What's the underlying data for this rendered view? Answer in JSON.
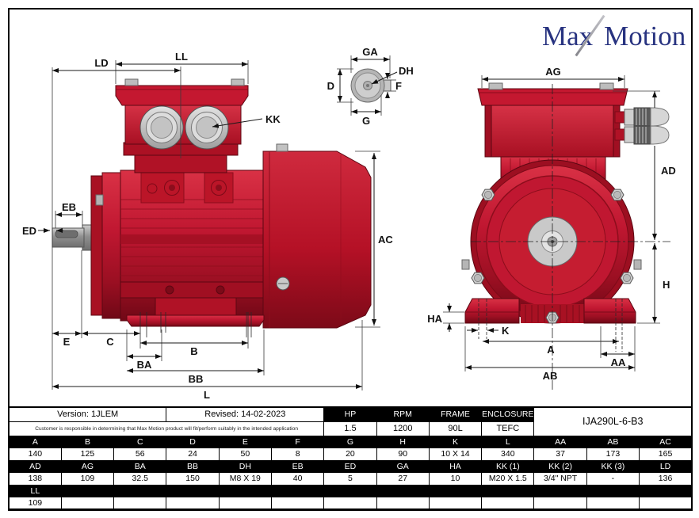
{
  "logo": {
    "part1": "Max",
    "part2": "Motion"
  },
  "colors": {
    "brand_navy": "#283380",
    "motor_red": "#c01731",
    "motor_red_dark": "#8c0d1c",
    "table_header_bg": "#000000",
    "metal_gray": "#c9c9c9"
  },
  "labels": {
    "LD": "LD",
    "LL": "LL",
    "KK": "KK",
    "EB": "EB",
    "ED": "ED",
    "AC": "AC",
    "E": "E",
    "C": "C",
    "B": "B",
    "BA": "BA",
    "BB": "BB",
    "L": "L",
    "GA": "GA",
    "D": "D",
    "G": "G",
    "DH": "DH",
    "F": "F",
    "AG": "AG",
    "AD": "AD",
    "H": "H",
    "HA": "HA",
    "K": "K",
    "A": "A",
    "AA": "AA",
    "AB": "AB"
  },
  "table": {
    "version": "Version: 1JLEM",
    "revised": "Revised: 14-02-2023",
    "disclaimer": "Customer is responsible in determining that Max Motion product will fit/perform suitably in the intended application",
    "model": "IJA290L-6-B3",
    "spec_headers": [
      "HP",
      "RPM",
      "FRAME",
      "ENCLOSURE"
    ],
    "spec_values": [
      "1.5",
      "1200",
      "90L",
      "TEFC"
    ],
    "dim_headers_row1": [
      "A",
      "B",
      "C",
      "D",
      "E",
      "F",
      "G",
      "H",
      "K",
      "L",
      "AA",
      "AB",
      "AC"
    ],
    "dim_values_row1": [
      "140",
      "125",
      "56",
      "24",
      "50",
      "8",
      "20",
      "90",
      "10 X 14",
      "340",
      "37",
      "173",
      "165"
    ],
    "dim_headers_row2": [
      "AD",
      "AG",
      "BA",
      "BB",
      "DH",
      "EB",
      "ED",
      "GA",
      "HA",
      "KK (1)",
      "KK (2)",
      "KK (3)",
      "LD"
    ],
    "dim_values_row2": [
      "138",
      "109",
      "32.5",
      "150",
      "M8 X 19",
      "40",
      "5",
      "27",
      "10",
      "M20 X 1.5",
      "3/4\" NPT",
      "-",
      "136"
    ],
    "dim_headers_row3": [
      "LL",
      "",
      "",
      "",
      "",
      "",
      "",
      "",
      "",
      "",
      "",
      "",
      ""
    ],
    "dim_values_row3": [
      "109",
      "",
      "",
      "",
      "",
      "",
      "",
      "",
      "",
      "",
      "",
      "",
      ""
    ]
  }
}
